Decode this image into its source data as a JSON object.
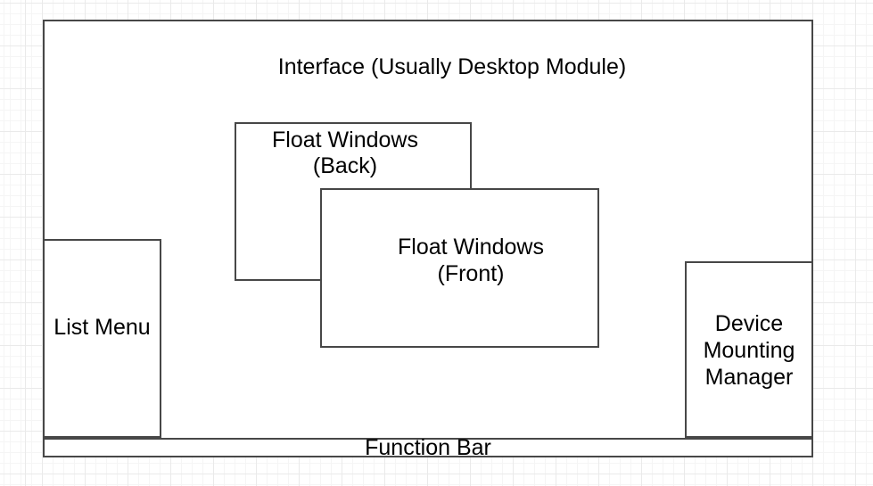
{
  "diagram": {
    "interface": {
      "label": "Interface (Usually Desktop Module)"
    },
    "float_back": {
      "label": "Float Windows (Back)",
      "lines": [
        "Float Windows",
        "(Back)"
      ]
    },
    "float_front": {
      "label": "Float Windows (Front)",
      "lines": [
        "Float Windows",
        "(Front)"
      ]
    },
    "list_menu": {
      "label": "List Menu"
    },
    "device_mounting_manager": {
      "label": "Device Mounting Manager",
      "lines": [
        "Device",
        "Mounting",
        "Manager"
      ]
    },
    "function_bar": {
      "label": "Function Bar"
    }
  },
  "style": {
    "stroke_color": "#474747",
    "shape_fill_color": "#ffffff",
    "text_color": "#000000",
    "grid_minor_color": "#f5f5f5",
    "grid_major_color": "#eaeaea",
    "background_color": "#ffffff"
  }
}
